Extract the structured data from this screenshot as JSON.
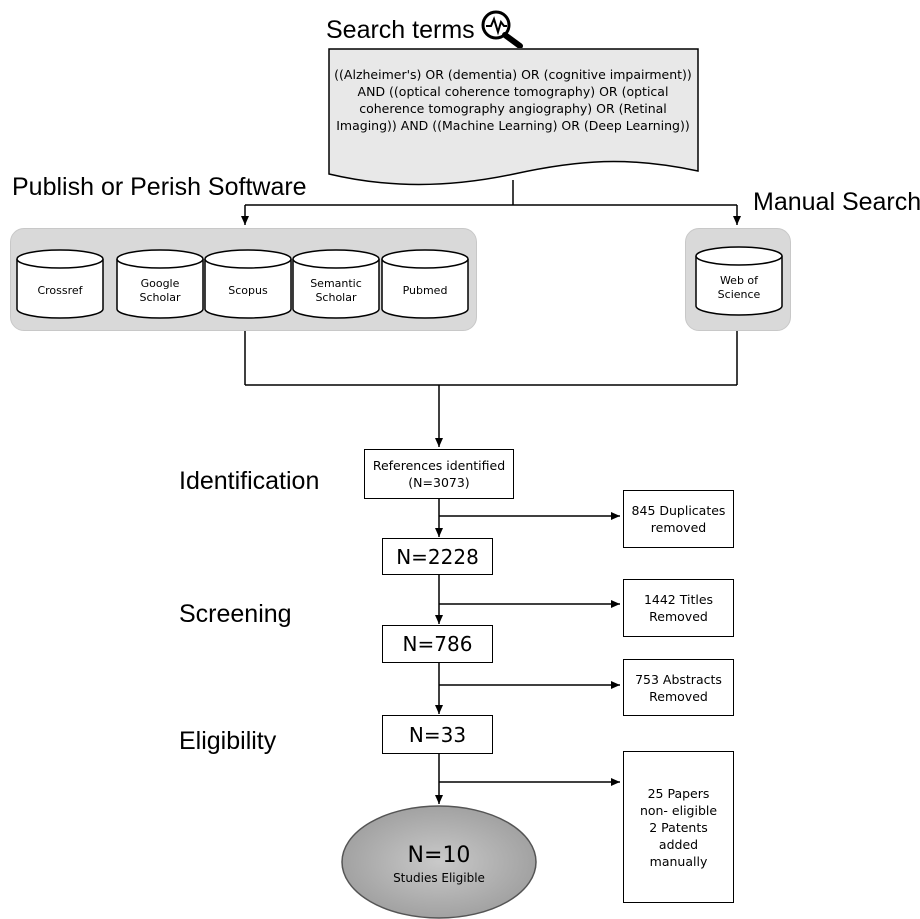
{
  "search": {
    "title": "Search terms",
    "query": "((Alzheimer's) OR (dementia) OR (cognitive impairment))\nAND ((optical coherence tomography) OR (optical\ncoherence tomography angiography) OR (Retinal\nImaging)) AND ((Machine Learning) OR (Deep Learning))"
  },
  "sources": {
    "publish_label": "Publish or Perish Software",
    "manual_label": "Manual Search",
    "databases": [
      "Crossref",
      "Google\nScholar",
      "Scopus",
      "Semantic\nScholar",
      "Pubmed"
    ],
    "manual_db": "Web of\nScience"
  },
  "stages": {
    "identification": "Identification",
    "screening": "Screening",
    "eligibility": "Eligibility"
  },
  "flow": {
    "identified": "References identified\n(N=3073)",
    "n1": "N=2228",
    "n2": "N=786",
    "n3": "N=33",
    "final_n": "N=10",
    "final_label": "Studies Eligible"
  },
  "removed": {
    "duplicates": "845 Duplicates\nremoved",
    "titles": "1442 Titles\nRemoved",
    "abstracts": "753 Abstracts\nRemoved",
    "noneligible": "25 Papers\nnon- eligible\n2 Patents\nadded\nmanually"
  }
}
